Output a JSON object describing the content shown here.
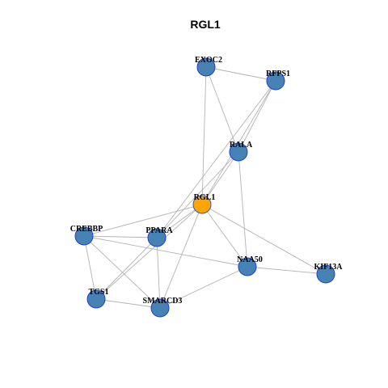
{
  "title": "RGL1",
  "colors": {
    "default_node": "#4682B4",
    "default_border": "#1e3fd2",
    "center_node": "#FFA500",
    "center_border": "#3355cc",
    "edge": "#b3b3b3"
  },
  "nodes": [
    {
      "id": "EXOC2",
      "label": "EXOC2"
    },
    {
      "id": "RFPS1",
      "label": "RFPS1"
    },
    {
      "id": "RALA",
      "label": "RALA"
    },
    {
      "id": "RGL1",
      "label": "RGL1",
      "center": true
    },
    {
      "id": "CREBBP",
      "label": "CREBBP"
    },
    {
      "id": "PPARA",
      "label": "PPARA"
    },
    {
      "id": "NAA50",
      "label": "NAA50"
    },
    {
      "id": "KIF13A",
      "label": "KIF13A"
    },
    {
      "id": "TGS1",
      "label": "TGS1"
    },
    {
      "id": "SMARCD3",
      "label": "SMARCD3"
    }
  ],
  "edges": [
    [
      "EXOC2",
      "RFPS1"
    ],
    [
      "EXOC2",
      "RALA"
    ],
    [
      "EXOC2",
      "RGL1"
    ],
    [
      "RFPS1",
      "RALA"
    ],
    [
      "RFPS1",
      "RGL1"
    ],
    [
      "RFPS1",
      "PPARA"
    ],
    [
      "RALA",
      "RGL1"
    ],
    [
      "RALA",
      "NAA50"
    ],
    [
      "RALA",
      "PPARA"
    ],
    [
      "RGL1",
      "CREBBP"
    ],
    [
      "RGL1",
      "PPARA"
    ],
    [
      "RGL1",
      "NAA50"
    ],
    [
      "RGL1",
      "KIF13A"
    ],
    [
      "RGL1",
      "SMARCD3"
    ],
    [
      "RGL1",
      "TGS1"
    ],
    [
      "CREBBP",
      "PPARA"
    ],
    [
      "CREBBP",
      "TGS1"
    ],
    [
      "CREBBP",
      "SMARCD3"
    ],
    [
      "CREBBP",
      "NAA50"
    ],
    [
      "PPARA",
      "TGS1"
    ],
    [
      "PPARA",
      "SMARCD3"
    ],
    [
      "NAA50",
      "KIF13A"
    ],
    [
      "NAA50",
      "SMARCD3"
    ],
    [
      "TGS1",
      "SMARCD3"
    ]
  ]
}
